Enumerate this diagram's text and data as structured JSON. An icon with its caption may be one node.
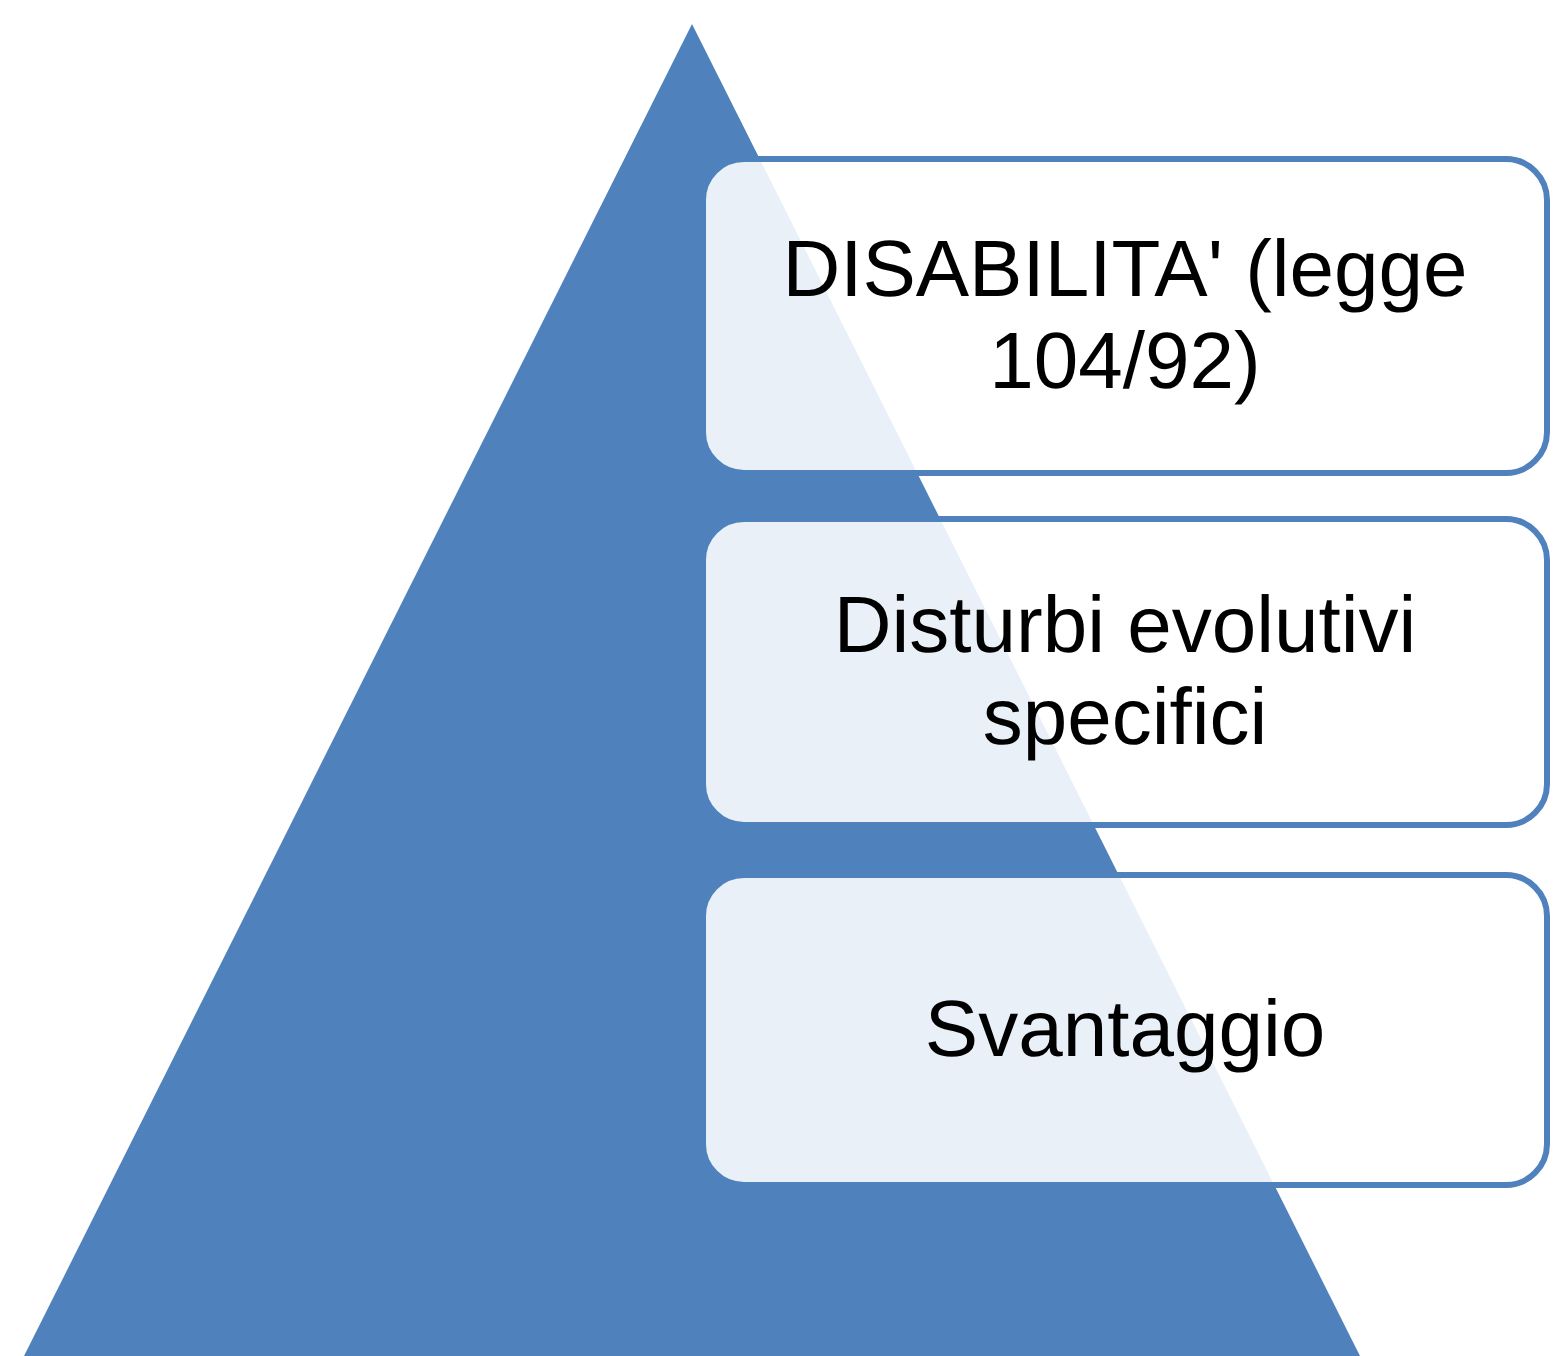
{
  "diagram": {
    "nodes": [
      {
        "text": [
          "DISABILITA' (legge 104/92)"
        ]
      },
      {
        "text": [
          "Disturbi evolutivi specifici"
        ]
      },
      {
        "text": [
          "Svantaggio"
        ]
      }
    ]
  }
}
